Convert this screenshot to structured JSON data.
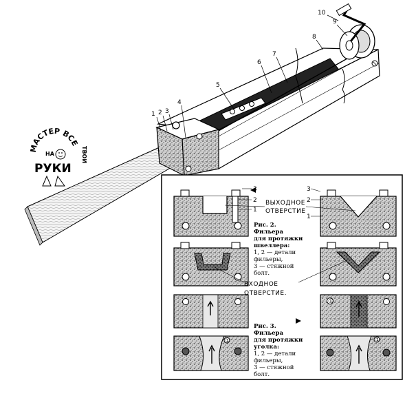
{
  "logo": {
    "arc_text": "МАСТЕР ВСЕ",
    "arc_text_2": "НА",
    "main_word": "РУКИ",
    "vertical_text": "ТВОИ"
  },
  "main_figure": {
    "part_numbers": [
      "1",
      "2",
      "3",
      "4",
      "5",
      "6",
      "7",
      "8",
      "9",
      "10"
    ]
  },
  "panels": {
    "exit_label": [
      "ВЫХОДНОЕ",
      "ОТВЕРСТИЕ"
    ],
    "entry_label": [
      "ВХОДНОЕ",
      "ОТВЕРСТИЕ."
    ],
    "left_numbers": [
      "3",
      "2",
      "1"
    ],
    "right_numbers": [
      "3",
      "2",
      "1"
    ],
    "circle_mark": "①",
    "fig2_caption": [
      "Рис. 2.",
      "Фильера",
      "для протяжки",
      "швеллера:",
      "1, 2 — детали",
      "фильеры,",
      "3 — стяжной",
      "болт."
    ],
    "fig3_caption": [
      "Рис. 3.",
      "Фильера",
      "для протяжки",
      "уголка:",
      "1, 2 — детали",
      "фильеры,",
      "3 — стяжной",
      "болт."
    ]
  },
  "colors": {
    "ink": "#000000",
    "paper": "#ffffff",
    "stone": "#8a8a8a"
  }
}
